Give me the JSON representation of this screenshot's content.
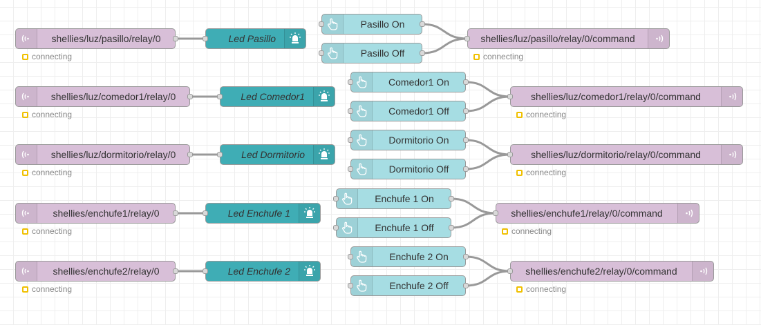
{
  "colors": {
    "mqtt_node": "#d8bfd8",
    "debug_node": "#3fadb5",
    "inject_node": "#a6dde3",
    "wire": "#999999",
    "status_connecting": "#f0c000"
  },
  "icons": {
    "mqtt": "mqtt-wave-icon",
    "inject": "hand-pointer-icon",
    "debug": "led-bulb-icon"
  },
  "status_text": "connecting",
  "groups": [
    {
      "mqtt_in": "shellies/luz/pasillo/relay/0",
      "debug": "Led Pasillo",
      "inject_on": "Pasillo On",
      "inject_off": "Pasillo Off",
      "mqtt_out": "shellies/luz/pasillo/relay/0/command"
    },
    {
      "mqtt_in": "shellies/luz/comedor1/relay/0",
      "debug": "Led Comedor1",
      "inject_on": "Comedor1 On",
      "inject_off": "Comedor1 Off",
      "mqtt_out": "shellies/luz/comedor1/relay/0/command"
    },
    {
      "mqtt_in": "shellies/luz/dormitorio/relay/0",
      "debug": "Led Dormitorio",
      "inject_on": "Dormitorio On",
      "inject_off": "Dormitorio Off",
      "mqtt_out": "shellies/luz/dormitorio/relay/0/command"
    },
    {
      "mqtt_in": "shellies/enchufe1/relay/0",
      "debug": "Led Enchufe 1",
      "inject_on": "Enchufe 1 On",
      "inject_off": "Enchufe 1 Off",
      "mqtt_out": "shellies/enchufe1/relay/0/command"
    },
    {
      "mqtt_in": "shellies/enchufe2/relay/0",
      "debug": "Led Enchufe 2",
      "inject_on": "Enchufe 2 On",
      "inject_off": "Enchufe 2 Off",
      "mqtt_out": "shellies/enchufe2/relay/0/command"
    }
  ]
}
